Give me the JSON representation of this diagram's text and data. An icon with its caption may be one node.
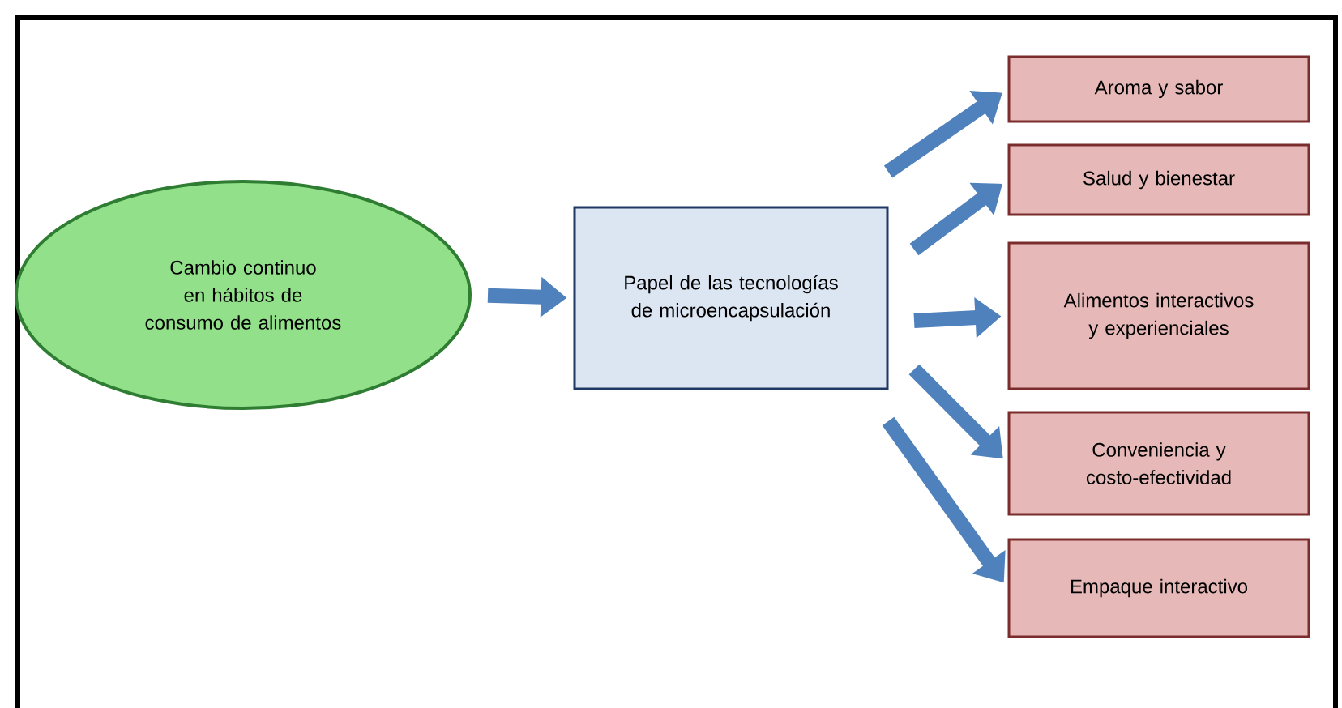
{
  "diagram": {
    "nodes": [
      {
        "text": [
          "Cambio continuo en hábitos de consumo de alimentos"
        ]
      },
      {
        "text": [
          "Papel de las tecnologías de microencapsulación"
        ]
      },
      {
        "text": [
          "Aroma y sabor"
        ]
      },
      {
        "text": [
          "Salud y bienestar"
        ]
      },
      {
        "text": [
          "Alimentos interactivos y experienciales"
        ]
      },
      {
        "text": [
          "Conveniencia y costo-efectividad"
        ]
      },
      {
        "text": [
          "Empaque interactivo"
        ]
      }
    ],
    "edges": [
      {
        "from": 0,
        "to": 1,
        "arrow": "to"
      },
      {
        "from": 1,
        "to": 2,
        "arrow": "to"
      },
      {
        "from": 1,
        "to": 3,
        "arrow": "to"
      },
      {
        "from": 1,
        "to": 4,
        "arrow": "to"
      },
      {
        "from": 1,
        "to": 5,
        "arrow": "to"
      },
      {
        "from": 1,
        "to": 6,
        "arrow": "to"
      }
    ]
  }
}
